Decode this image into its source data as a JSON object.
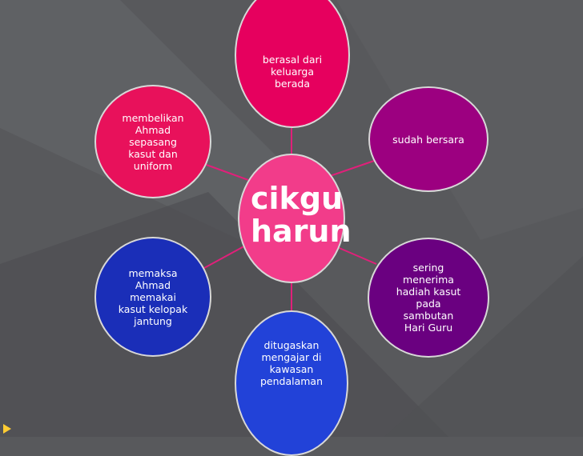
{
  "colors": {
    "background": "#58595c",
    "center": "#f23c8a",
    "top": "#e6005e",
    "top_right": "#9c0080",
    "bottom_right": "#6a0080",
    "bottom": "#2242d8",
    "bottom_left": "#1a2eb8",
    "top_left": "#e8115b",
    "accent_bullet": "#ffcc33",
    "connector": "#e0207a"
  },
  "center": {
    "label": "cikgu\nharun"
  },
  "nodes": [
    {
      "id": "top",
      "label": "berasal dari\nkeluarga\nberada"
    },
    {
      "id": "top-right",
      "label": "sudah bersara"
    },
    {
      "id": "bottom-right",
      "label": "sering\nmenerima\nhadiah kasut\npada\nsambutan\nHari Guru"
    },
    {
      "id": "bottom",
      "label": "ditugaskan\nmengajar di\nkawasan\npendalaman"
    },
    {
      "id": "bottom-left",
      "label": "memaksa\nAhmad\nmemakai\nkasut kelopak\njantung"
    },
    {
      "id": "top-left",
      "label": "membelikan\nAhmad\nsepasang\nkasut dan\nuniform"
    }
  ]
}
